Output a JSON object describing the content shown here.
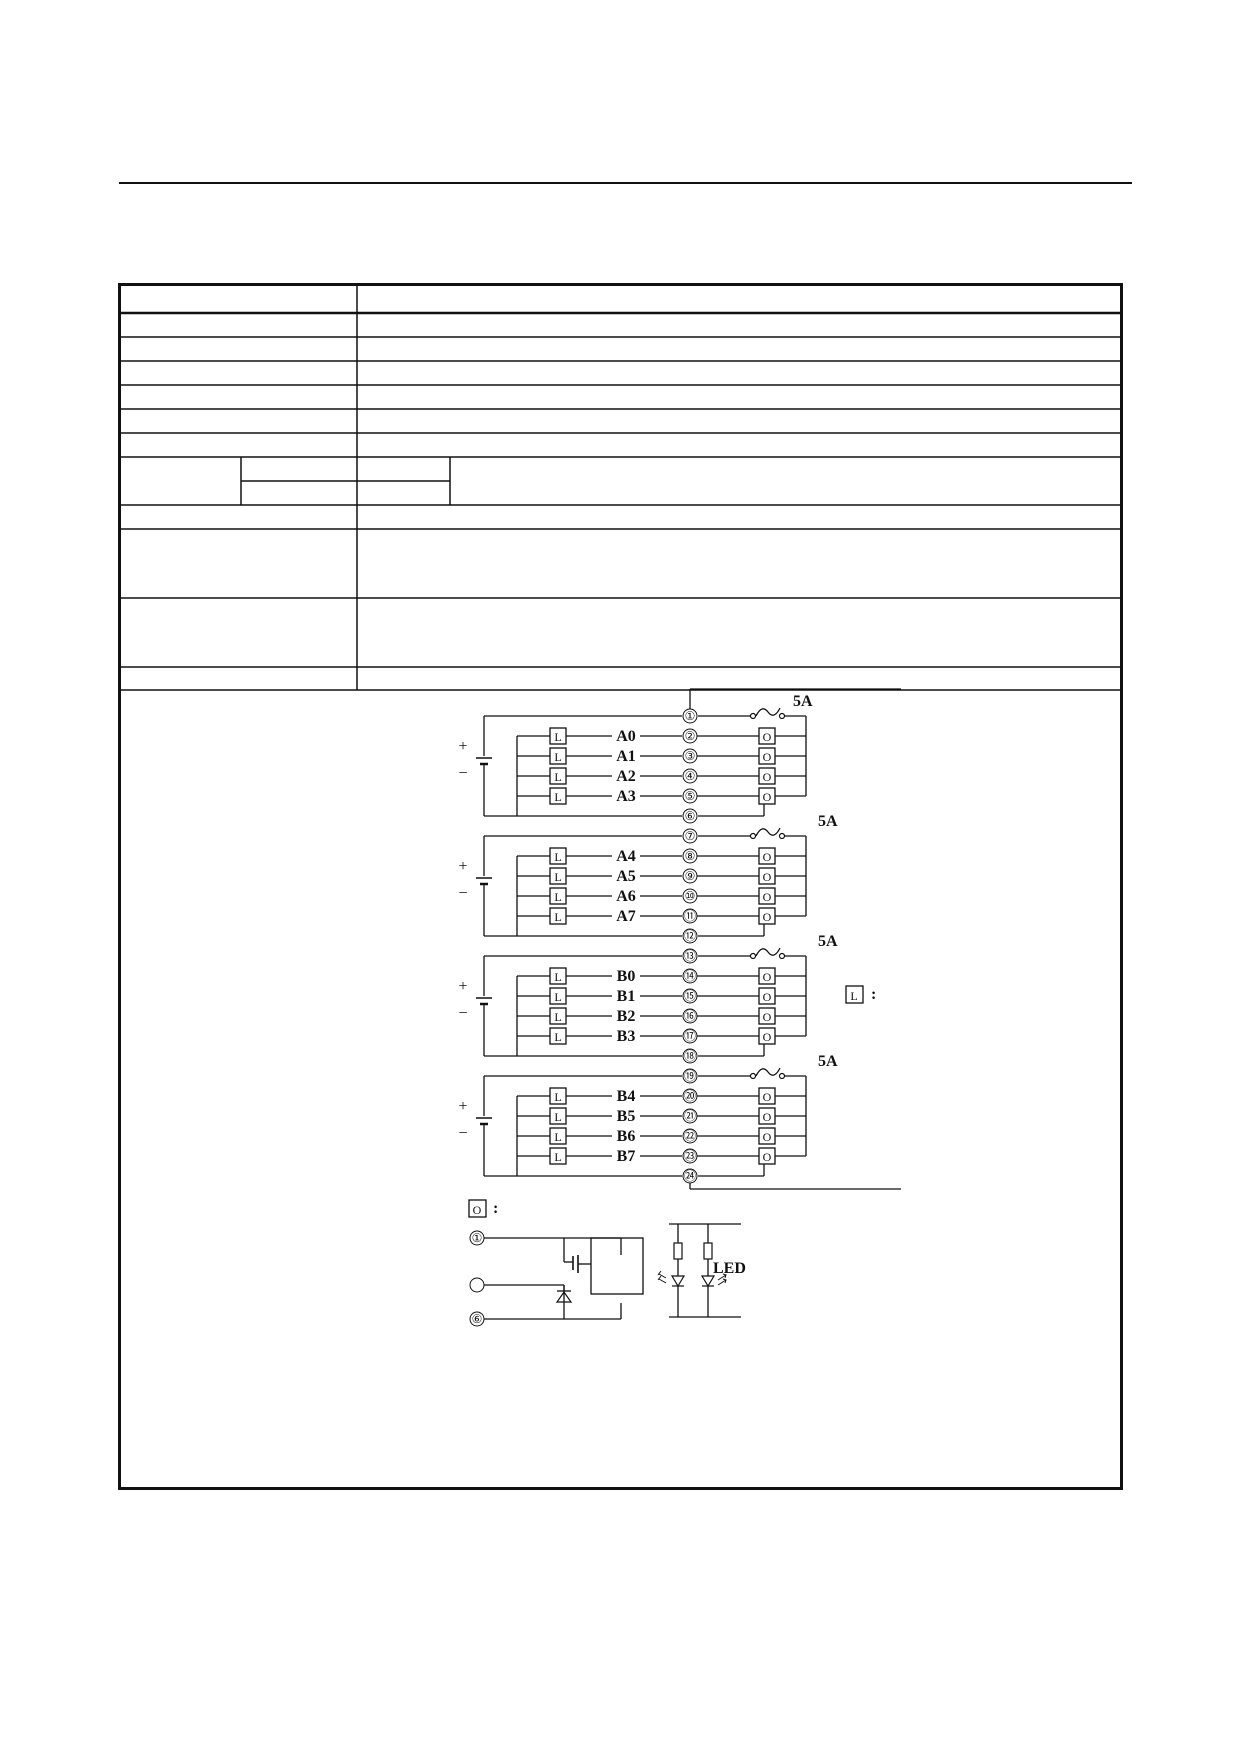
{
  "diagram": {
    "fuse_rating": "5A",
    "plus_sign": "+",
    "minus_sign": "−",
    "groups": [
      {
        "channels": [
          "A0",
          "A1",
          "A2",
          "A3"
        ],
        "pins": [
          "①",
          "②",
          "③",
          "④",
          "⑤",
          "⑥"
        ]
      },
      {
        "channels": [
          "A4",
          "A5",
          "A6",
          "A7"
        ],
        "pins": [
          "⑦",
          "⑧",
          "⑨",
          "⑩",
          "⑪",
          "⑫"
        ]
      },
      {
        "channels": [
          "B0",
          "B1",
          "B2",
          "B3"
        ],
        "pins": [
          "⑬",
          "⑭",
          "⑮",
          "⑯",
          "⑰",
          "⑱"
        ]
      },
      {
        "channels": [
          "B4",
          "B5",
          "B6",
          "B7"
        ],
        "pins": [
          "⑲",
          "⑳",
          "㉑",
          "㉒",
          "㉓",
          "㉔"
        ]
      }
    ],
    "load_symbol": "L",
    "output_symbol": "O",
    "legend_colon": ":",
    "circuit": {
      "pin_top": "①",
      "pin_bottom": "⑥",
      "led_label": "LED"
    }
  }
}
